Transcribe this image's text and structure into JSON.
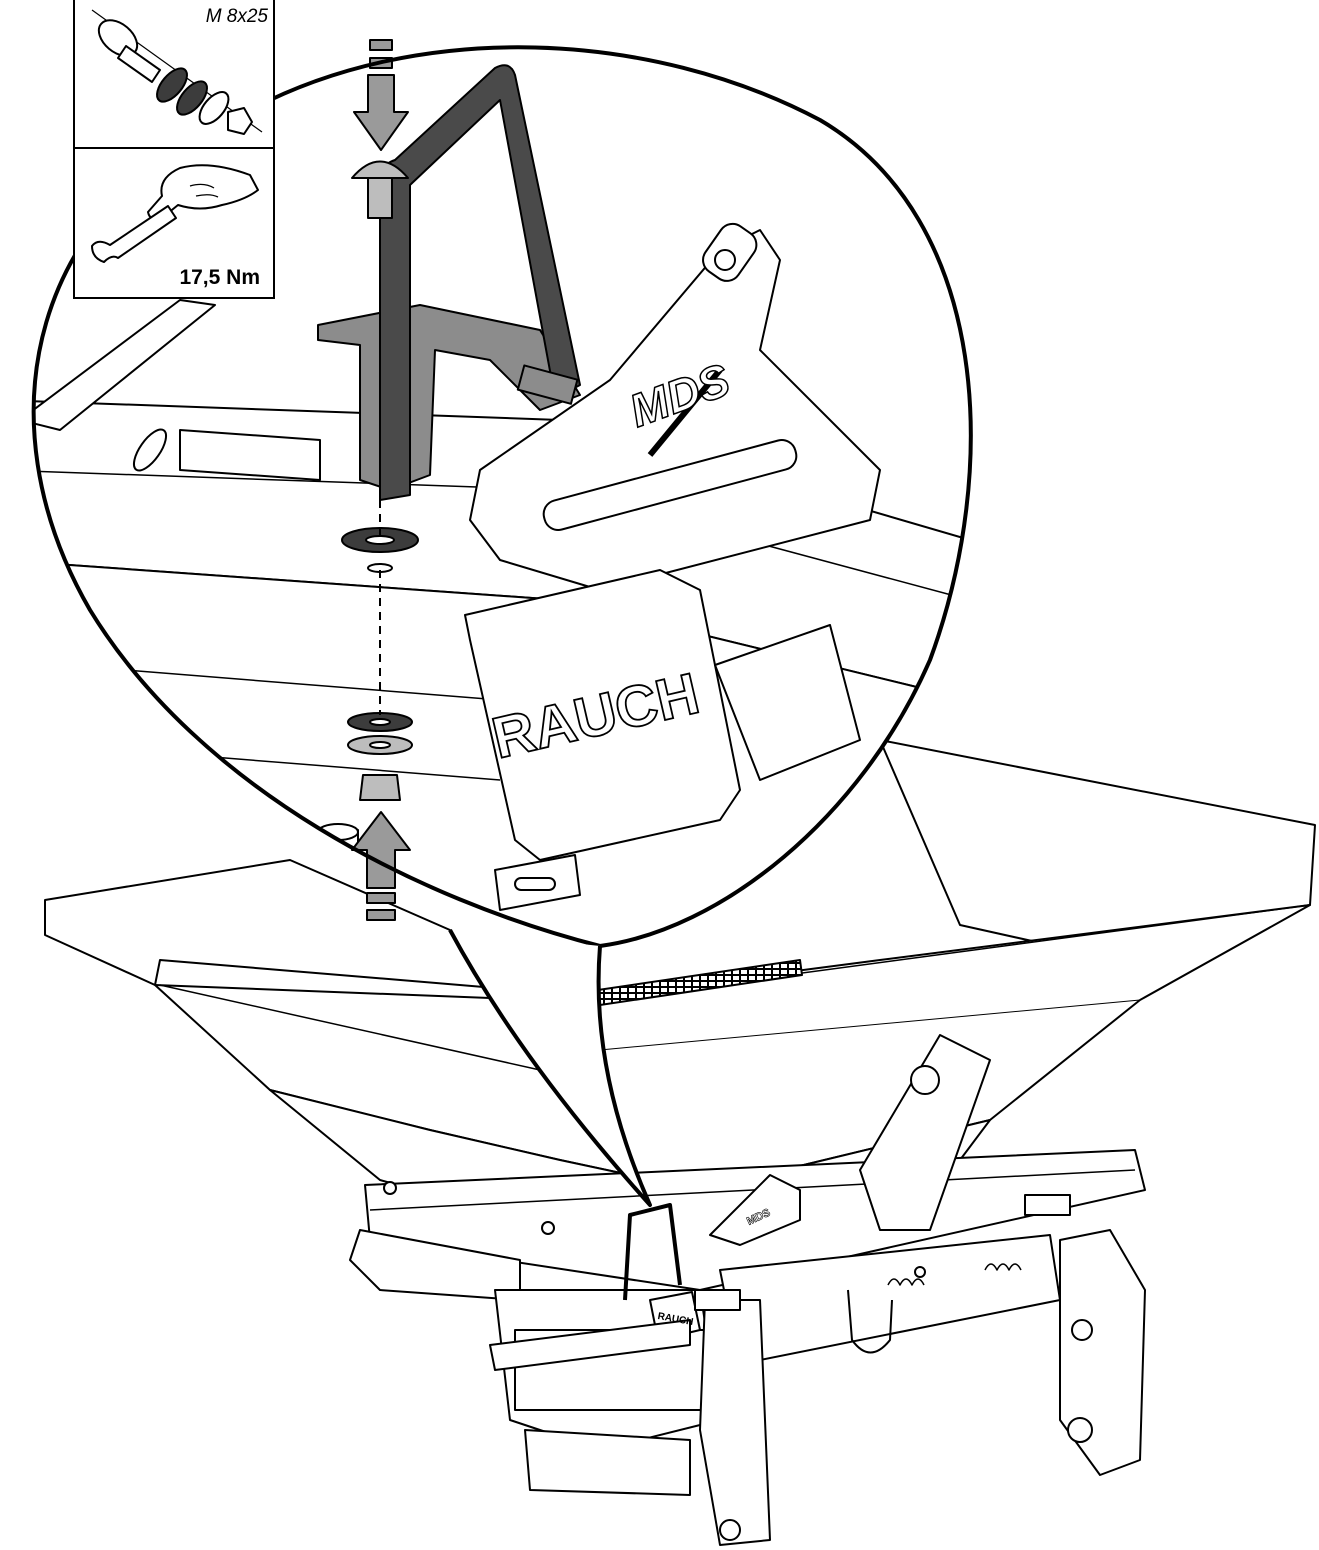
{
  "inset": {
    "bolt_spec": "M 8x25",
    "torque": "17,5 Nm",
    "bolt_icon": "carriage-bolt-washers-nut-icon",
    "wrench_icon": "hand-wrench-icon"
  },
  "labels": {
    "bracket_badge": "MDS",
    "hopper_plate": "RAUCH",
    "small_plate": "RAUCH",
    "small_badge": "MDS"
  },
  "colors": {
    "line": "#000000",
    "bracket": "#4a4a4a",
    "part_gray": "#8c8c8c",
    "arrow_gray": "#9a9a9a",
    "washer_dark": "#3c3c3c"
  }
}
